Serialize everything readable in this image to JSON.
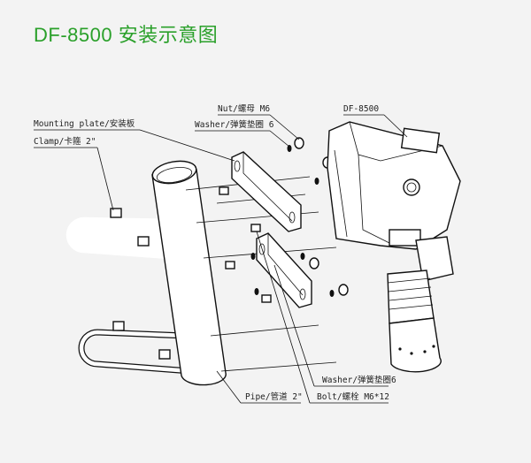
{
  "title": "DF-8500 安装示意图",
  "title_color": "#2aa02a",
  "labels": {
    "mounting_plate": "Mounting plate/安装板",
    "clamp": "Clamp/卡箍 2\"",
    "nut": "Nut/螺母 M6",
    "washer_top": "Washer/弹簧垫圈 6",
    "device": "DF-8500",
    "washer_bottom": "Washer/弹簧垫圈6",
    "bolt": "Bolt/螺栓 M6*12",
    "pipe": "Pipe/管道 2\""
  }
}
